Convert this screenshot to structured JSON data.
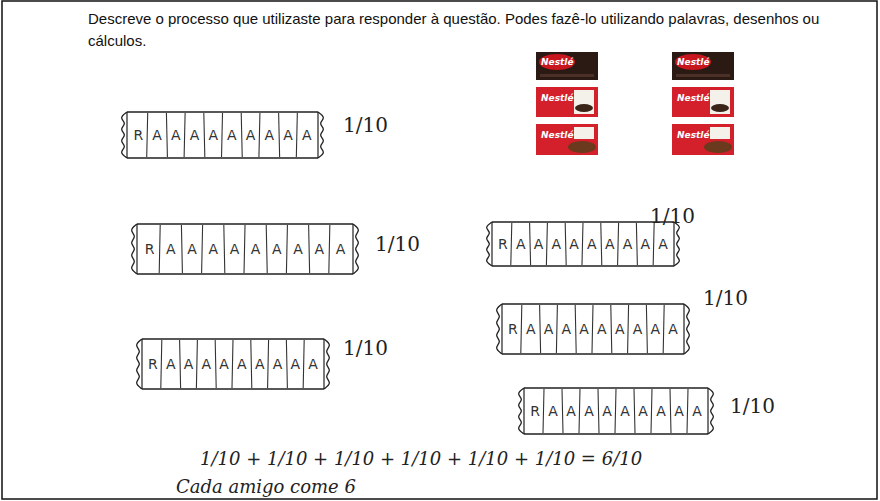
{
  "diagram": {
    "title": "Descreve o processo que utilizaste para responder à questão. Podes fazê-lo utilizando palavras, desenhos ou cálculos.",
    "nodes": [
      {
        "text": [
          "R",
          "A",
          "A",
          "A",
          "A",
          "A",
          "A",
          "A",
          "A",
          "A"
        ]
      },
      {
        "text": [
          "R",
          "A",
          "A",
          "A",
          "A",
          "A",
          "A",
          "A",
          "A",
          "A"
        ]
      },
      {
        "text": [
          "R",
          "A",
          "A",
          "A",
          "A",
          "A",
          "A",
          "A",
          "A",
          "A"
        ]
      },
      {
        "text": [
          "R",
          "A",
          "A",
          "A",
          "A",
          "A",
          "A",
          "A",
          "A",
          "A"
        ]
      },
      {
        "text": [
          "R",
          "A",
          "A",
          "A",
          "A",
          "A",
          "A",
          "A",
          "A",
          "A"
        ]
      },
      {
        "text": [
          "R",
          "A",
          "A",
          "A",
          "A",
          "A",
          "A",
          "A",
          "A",
          "A"
        ]
      }
    ],
    "labels": [
      "1/10",
      "1/10",
      "1/10",
      "1/10",
      "1/10",
      "1/10",
      "1/10 + 1/10 + 1/10 + 1/10 + 1/10 + 1/10 = 6/10",
      "Cada amigo come 6",
      "Nestlé",
      "Nestlé",
      "Nestlé",
      "Nestlé",
      "Nestlé",
      "Nestlé"
    ]
  }
}
